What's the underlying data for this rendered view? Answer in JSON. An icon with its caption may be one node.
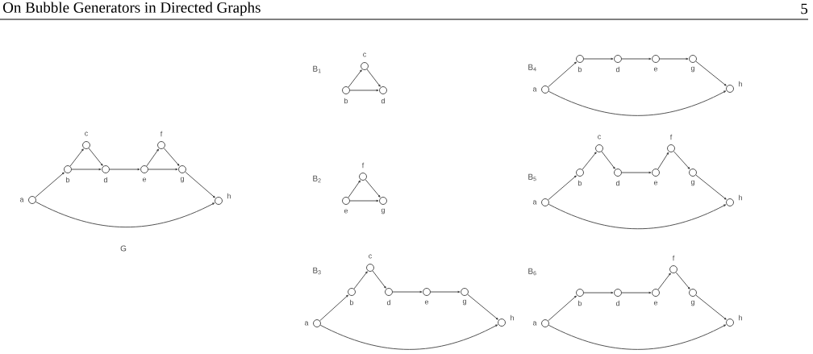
{
  "diagram": {
    "nodes": [
      {
        "text": [],
        "shape": "circle",
        "beside": [
          "a"
        ]
      },
      {
        "text": [],
        "shape": "circle",
        "beside": [
          "b"
        ]
      },
      {
        "text": [],
        "shape": "circle",
        "beside": [
          "c"
        ]
      },
      {
        "text": [],
        "shape": "circle",
        "beside": [
          "d"
        ]
      },
      {
        "text": [],
        "shape": "circle",
        "beside": [
          "e"
        ]
      },
      {
        "text": [],
        "shape": "circle",
        "beside": [
          "f"
        ]
      },
      {
        "text": [],
        "shape": "circle",
        "beside": [
          "g"
        ]
      },
      {
        "text": [],
        "shape": "circle",
        "beside": [
          "h"
        ]
      },
      {
        "text": [],
        "shape": "circle",
        "beside": [
          "b"
        ]
      },
      {
        "text": [],
        "shape": "circle",
        "beside": [
          "c"
        ]
      },
      {
        "text": [],
        "shape": "circle",
        "beside": [
          "d"
        ]
      },
      {
        "text": [],
        "shape": "circle",
        "beside": [
          "e"
        ]
      },
      {
        "text": [],
        "shape": "circle",
        "beside": [
          "f"
        ]
      },
      {
        "text": [],
        "shape": "circle",
        "beside": [
          "g"
        ]
      },
      {
        "text": [],
        "shape": "circle",
        "beside": [
          "a"
        ]
      },
      {
        "text": [],
        "shape": "circle",
        "beside": [
          "b"
        ]
      },
      {
        "text": [],
        "shape": "circle",
        "beside": [
          "c"
        ]
      },
      {
        "text": [],
        "shape": "circle",
        "beside": [
          "d"
        ]
      },
      {
        "text": [],
        "shape": "circle",
        "beside": [
          "e"
        ]
      },
      {
        "text": [],
        "shape": "circle",
        "beside": [
          "g"
        ]
      },
      {
        "text": [],
        "shape": "circle",
        "beside": [
          "h"
        ]
      },
      {
        "text": [],
        "shape": "circle",
        "beside": [
          "a"
        ]
      },
      {
        "text": [],
        "shape": "circle",
        "beside": [
          "b"
        ]
      },
      {
        "text": [],
        "shape": "circle",
        "beside": [
          "d"
        ]
      },
      {
        "text": [],
        "shape": "circle",
        "beside": [
          "e"
        ]
      },
      {
        "text": [],
        "shape": "circle",
        "beside": [
          "g"
        ]
      },
      {
        "text": [],
        "shape": "circle",
        "beside": [
          "h"
        ]
      },
      {
        "text": [],
        "shape": "circle",
        "beside": [
          "a"
        ]
      },
      {
        "text": [],
        "shape": "circle",
        "beside": [
          "b"
        ]
      },
      {
        "text": [],
        "shape": "circle",
        "beside": [
          "c"
        ]
      },
      {
        "text": [],
        "shape": "circle",
        "beside": [
          "d"
        ]
      },
      {
        "text": [],
        "shape": "circle",
        "beside": [
          "e"
        ]
      },
      {
        "text": [],
        "shape": "circle",
        "beside": [
          "f"
        ]
      },
      {
        "text": [],
        "shape": "circle",
        "beside": [
          "g"
        ]
      },
      {
        "text": [],
        "shape": "circle",
        "beside": [
          "h"
        ]
      },
      {
        "text": [],
        "shape": "circle",
        "beside": [
          "a"
        ]
      },
      {
        "text": [],
        "shape": "circle",
        "beside": [
          "b"
        ]
      },
      {
        "text": [],
        "shape": "circle",
        "beside": [
          "d"
        ]
      },
      {
        "text": [],
        "shape": "circle",
        "beside": [
          "e"
        ]
      },
      {
        "text": [],
        "shape": "circle",
        "beside": [
          "f"
        ]
      },
      {
        "text": [],
        "shape": "circle",
        "beside": [
          "g"
        ]
      },
      {
        "text": [],
        "shape": "circle",
        "beside": [
          "h"
        ]
      }
    ],
    "edges": [
      {
        "from": 0,
        "to": 1,
        "arrow": "to"
      },
      {
        "from": 1,
        "to": 2,
        "arrow": "to"
      },
      {
        "from": 2,
        "to": 3,
        "arrow": "to"
      },
      {
        "from": 1,
        "to": 3,
        "arrow": "to"
      },
      {
        "from": 3,
        "to": 4,
        "arrow": "to"
      },
      {
        "from": 4,
        "to": 5,
        "arrow": "to"
      },
      {
        "from": 5,
        "to": 6,
        "arrow": "to"
      },
      {
        "from": 4,
        "to": 6,
        "arrow": "to"
      },
      {
        "from": 6,
        "to": 7,
        "arrow": "to"
      },
      {
        "from": 0,
        "to": 7,
        "arrow": "to"
      },
      {
        "from": 8,
        "to": 9,
        "arrow": "to"
      },
      {
        "from": 9,
        "to": 10,
        "arrow": "to"
      },
      {
        "from": 8,
        "to": 10,
        "arrow": "to"
      },
      {
        "from": 11,
        "to": 12,
        "arrow": "to"
      },
      {
        "from": 12,
        "to": 13,
        "arrow": "to"
      },
      {
        "from": 11,
        "to": 13,
        "arrow": "to"
      },
      {
        "from": 14,
        "to": 15,
        "arrow": "to"
      },
      {
        "from": 15,
        "to": 16,
        "arrow": "to"
      },
      {
        "from": 16,
        "to": 17,
        "arrow": "to"
      },
      {
        "from": 17,
        "to": 18,
        "arrow": "to"
      },
      {
        "from": 18,
        "to": 19,
        "arrow": "to"
      },
      {
        "from": 19,
        "to": 20,
        "arrow": "to"
      },
      {
        "from": 14,
        "to": 20,
        "arrow": "to"
      },
      {
        "from": 21,
        "to": 22,
        "arrow": "to"
      },
      {
        "from": 22,
        "to": 23,
        "arrow": "to"
      },
      {
        "from": 23,
        "to": 24,
        "arrow": "to"
      },
      {
        "from": 24,
        "to": 25,
        "arrow": "to"
      },
      {
        "from": 25,
        "to": 26,
        "arrow": "to"
      },
      {
        "from": 21,
        "to": 26,
        "arrow": "to"
      },
      {
        "from": 27,
        "to": 28,
        "arrow": "to"
      },
      {
        "from": 28,
        "to": 29,
        "arrow": "to"
      },
      {
        "from": 29,
        "to": 30,
        "arrow": "to"
      },
      {
        "from": 30,
        "to": 31,
        "arrow": "to"
      },
      {
        "from": 31,
        "to": 32,
        "arrow": "to"
      },
      {
        "from": 32,
        "to": 33,
        "arrow": "to"
      },
      {
        "from": 33,
        "to": 34,
        "arrow": "to"
      },
      {
        "from": 27,
        "to": 34,
        "arrow": "to"
      },
      {
        "from": 35,
        "to": 36,
        "arrow": "to"
      },
      {
        "from": 36,
        "to": 37,
        "arrow": "to"
      },
      {
        "from": 37,
        "to": 38,
        "arrow": "to"
      },
      {
        "from": 38,
        "to": 39,
        "arrow": "to"
      },
      {
        "from": 39,
        "to": 40,
        "arrow": "to"
      },
      {
        "from": 40,
        "to": 41,
        "arrow": "to"
      },
      {
        "from": 35,
        "to": 41,
        "arrow": "to"
      }
    ],
    "labels": [
      "On Bubble Generators in Directed Graphs",
      "5",
      "G",
      "B$_{1}$",
      "B$_{2}$",
      "B$_{3}$",
      "B$_{4}$",
      "B$_{5}$",
      "B$_{6}$"
    ]
  }
}
